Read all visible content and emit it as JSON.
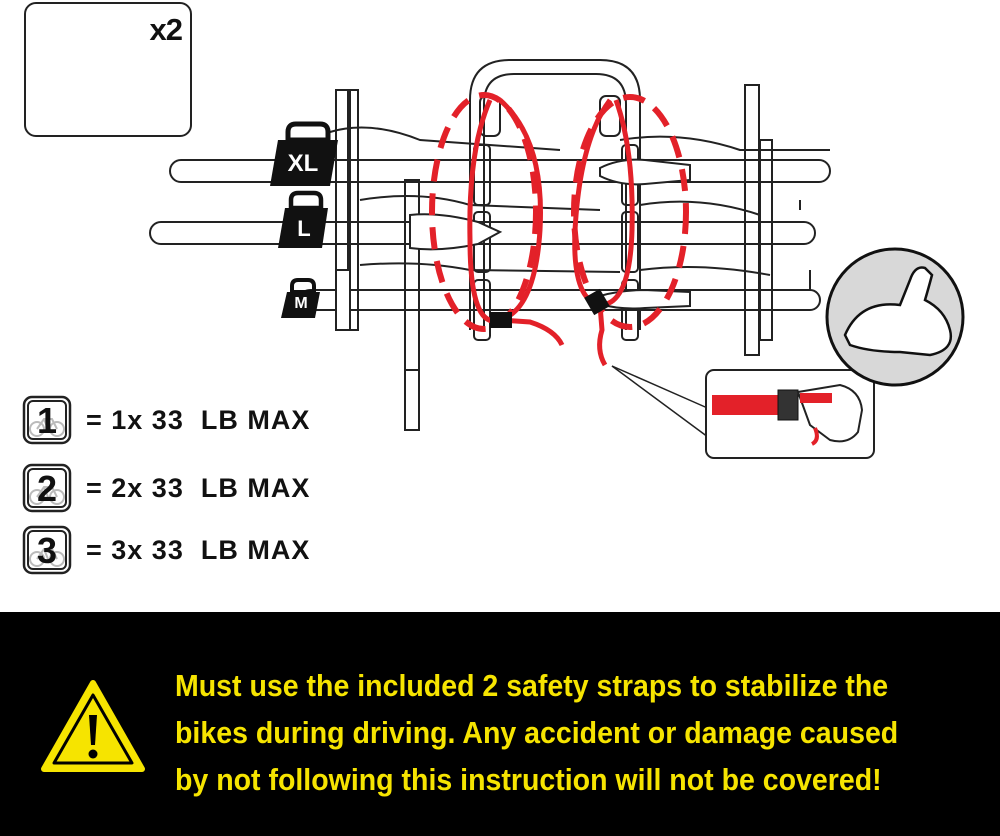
{
  "strap_box": {
    "count_label": "x2"
  },
  "weight_classes": [
    "XL",
    "L",
    "M"
  ],
  "capacity_rows": [
    {
      "number": "1",
      "text": "= 1x 33  LB MAX"
    },
    {
      "number": "2",
      "text": "= 2x 33  LB MAX"
    },
    {
      "number": "3",
      "text": "= 3x 33  LB MAX"
    }
  ],
  "warning": {
    "text": "Must use the included 2 safety straps to stabilize the bikes during driving. Any accident or damage caused by not following this instruction will not be covered!"
  },
  "colors": {
    "strap_red": "#e32129",
    "warning_yellow": "#f6e400",
    "banner_black": "#000000",
    "line_art": "#222222"
  }
}
